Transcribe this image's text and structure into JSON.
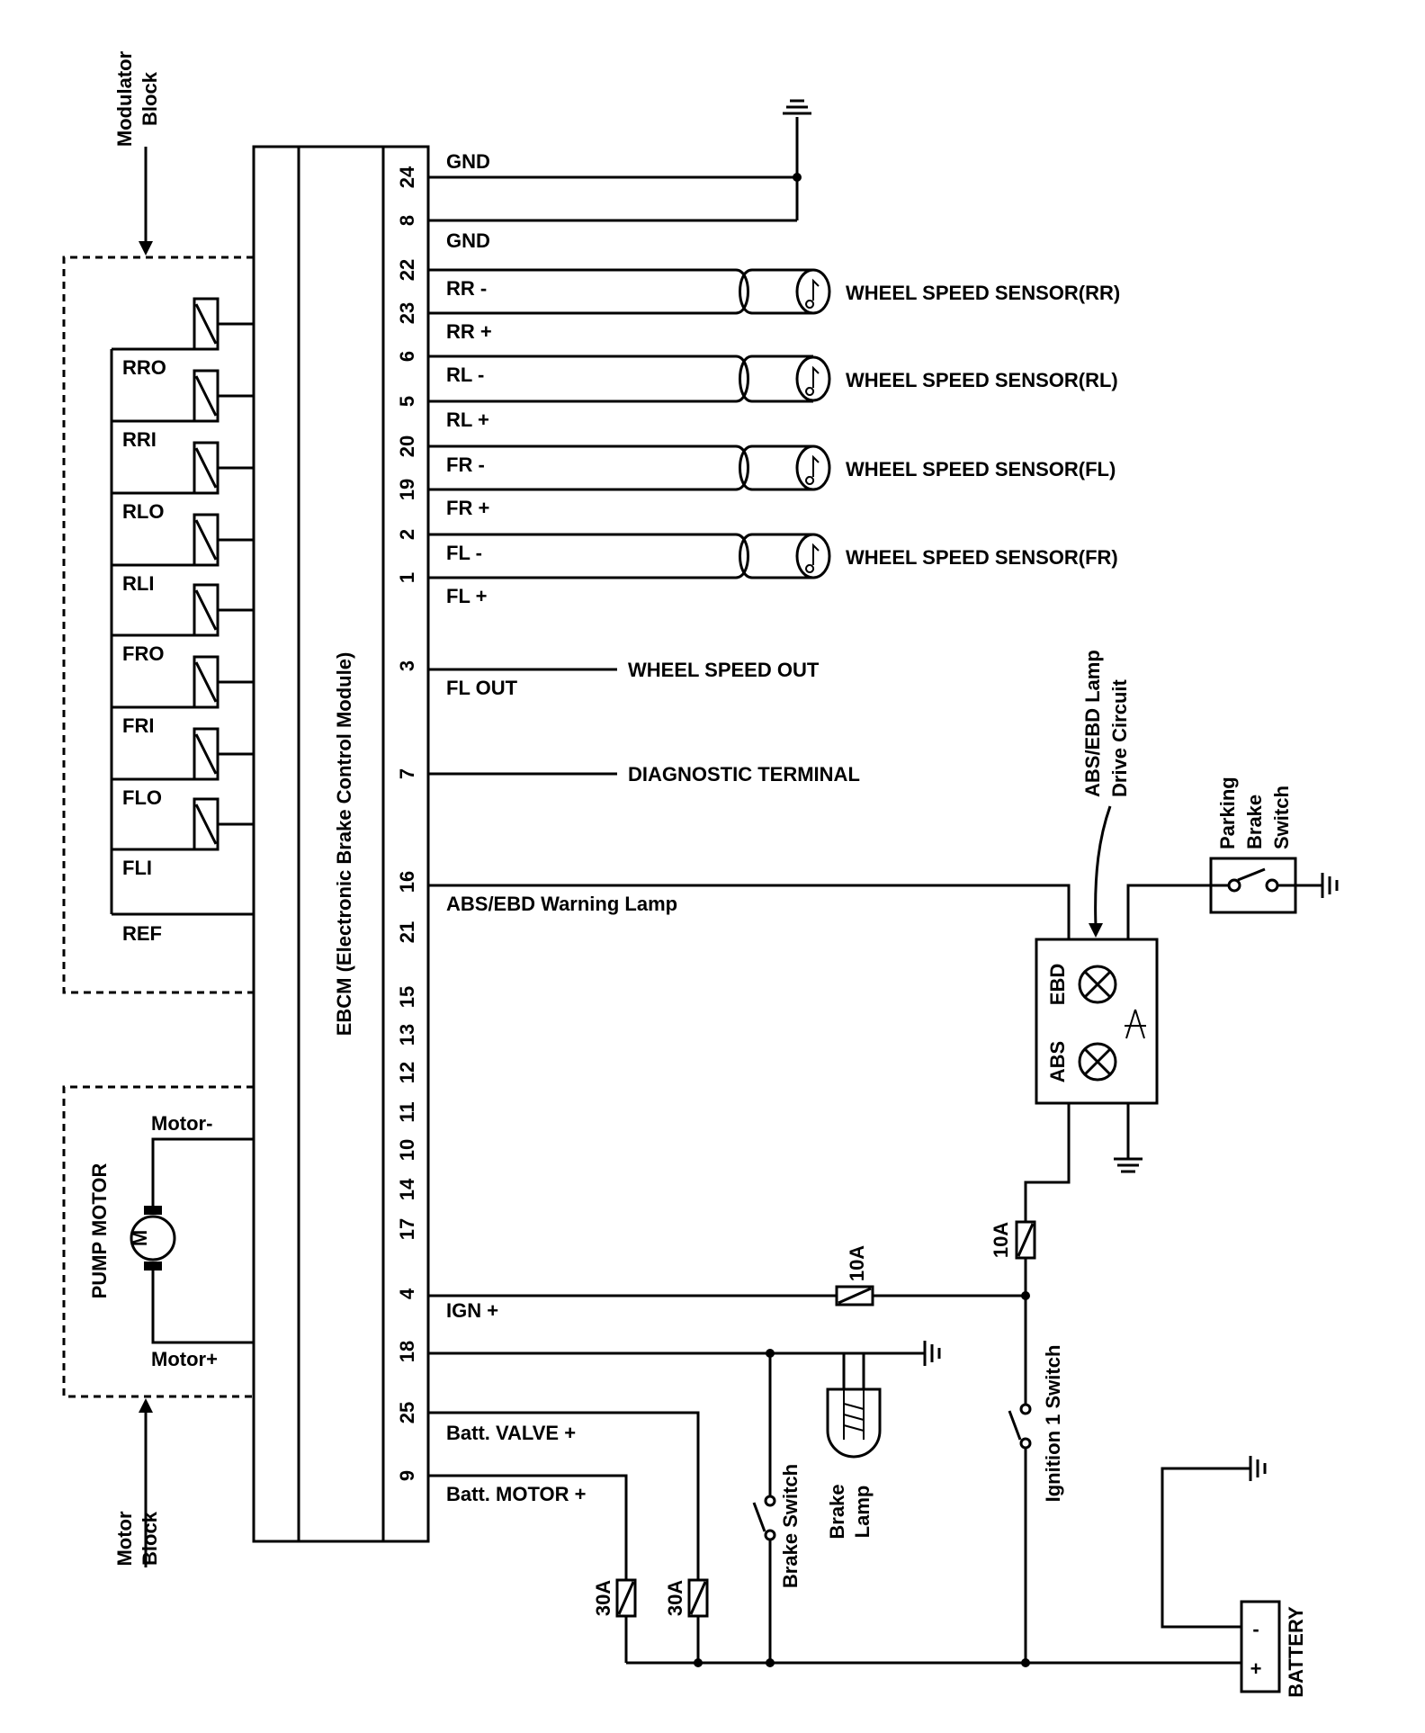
{
  "blocks": {
    "modulator": "Modulator Block",
    "motor": "Motor Block",
    "pump_motor": "PUMP MOTOR",
    "motor_symbol": "M",
    "ebcm": "EBCM (Electronic Brake Control Module)"
  },
  "valves": [
    "RRO",
    "RRI",
    "RLO",
    "RLI",
    "FRO",
    "FRI",
    "FLO",
    "FLI"
  ],
  "ref": "REF",
  "motor_minus": "Motor-",
  "motor_plus": "Motor+",
  "pins": [
    "24",
    "8",
    "22",
    "23",
    "6",
    "5",
    "20",
    "19",
    "2",
    "1",
    "3",
    "7",
    "16",
    "21",
    "15",
    "13",
    "12",
    "11",
    "10",
    "14",
    "17",
    "4",
    "18",
    "25",
    "9"
  ],
  "signals": {
    "gnd1": "GND",
    "gnd2": "GND",
    "rr_minus": "RR -",
    "rr_plus": "RR +",
    "rl_minus": "RL -",
    "rl_plus": "RL +",
    "fr_minus": "FR -",
    "fr_plus": "FR +",
    "fl_minus": "FL -",
    "fl_plus": "FL +",
    "fl_out": "FL OUT",
    "warning_lamp": "ABS/EBD Warning Lamp",
    "ign": "IGN +",
    "batt_valve": "Batt. VALVE +",
    "batt_motor": "Batt. MOTOR +"
  },
  "sensors": {
    "rr": "WHEEL SPEED SENSOR(RR)",
    "rl": "WHEEL SPEED SENSOR(RL)",
    "fl": "WHEEL SPEED SENSOR(FL)",
    "fr": "WHEEL SPEED SENSOR(FR)"
  },
  "outputs": {
    "wheel_speed_out": "WHEEL SPEED OUT",
    "diagnostic": "DIAGNOSTIC TERMINAL"
  },
  "lamp_drive": "ABS/EBD Lamp Drive Circuit",
  "lamp_ebd": "EBD",
  "lamp_abs": "ABS",
  "parking_brake": "Parking Brake Switch",
  "fuses": {
    "ign_fuse": "10A",
    "lamp_fuse": "10A",
    "motor_fuse": "30A",
    "valve_fuse": "30A"
  },
  "ignition_switch": "Ignition 1 Switch",
  "brake_switch": "Brake Switch",
  "brake_lamp": "Brake Lamp",
  "battery": "BATTERY",
  "battery_minus": "-",
  "battery_plus": "+"
}
